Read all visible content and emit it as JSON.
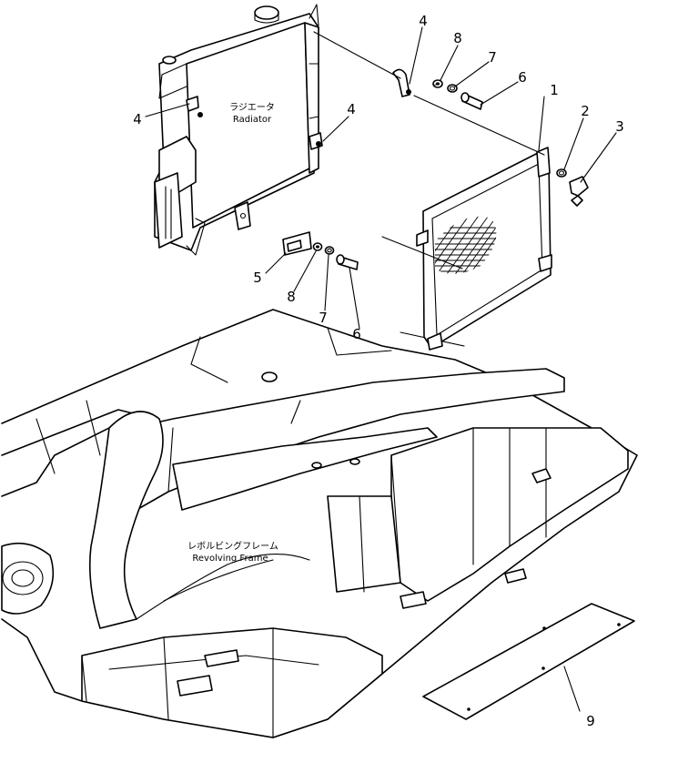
{
  "labels": {
    "radiator_jp": "ラジエータ",
    "radiator_en": "Radiator",
    "frame_jp": "レボルビングフレーム",
    "frame_en": "Revolving Frame"
  },
  "callouts": {
    "c1": "1",
    "c2": "2",
    "c3": "3",
    "c4a": "4",
    "c4b": "4",
    "c4c": "4",
    "c5": "5",
    "c6a": "6",
    "c6b": "6",
    "c7a": "7",
    "c7b": "7",
    "c8a": "8",
    "c8b": "8",
    "c9": "9"
  }
}
